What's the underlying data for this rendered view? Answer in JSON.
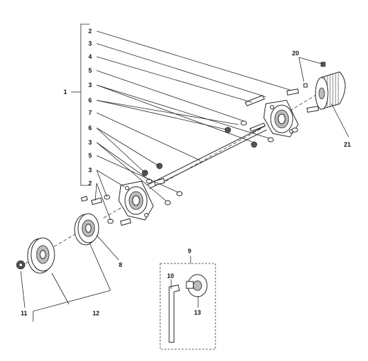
{
  "callouts": {
    "c1": "1",
    "c2a": "2",
    "c3a": "3",
    "c4": "4",
    "c5a": "5",
    "c3b": "3",
    "c6a": "6",
    "c7": "7",
    "c6b": "6",
    "c3c": "3",
    "c5b": "5",
    "c3d": "3",
    "c2b": "2",
    "c8": "8",
    "c9": "9",
    "c10": "10",
    "c11": "11",
    "c12": "12",
    "c13": "13",
    "c20": "20",
    "c21": "21"
  }
}
